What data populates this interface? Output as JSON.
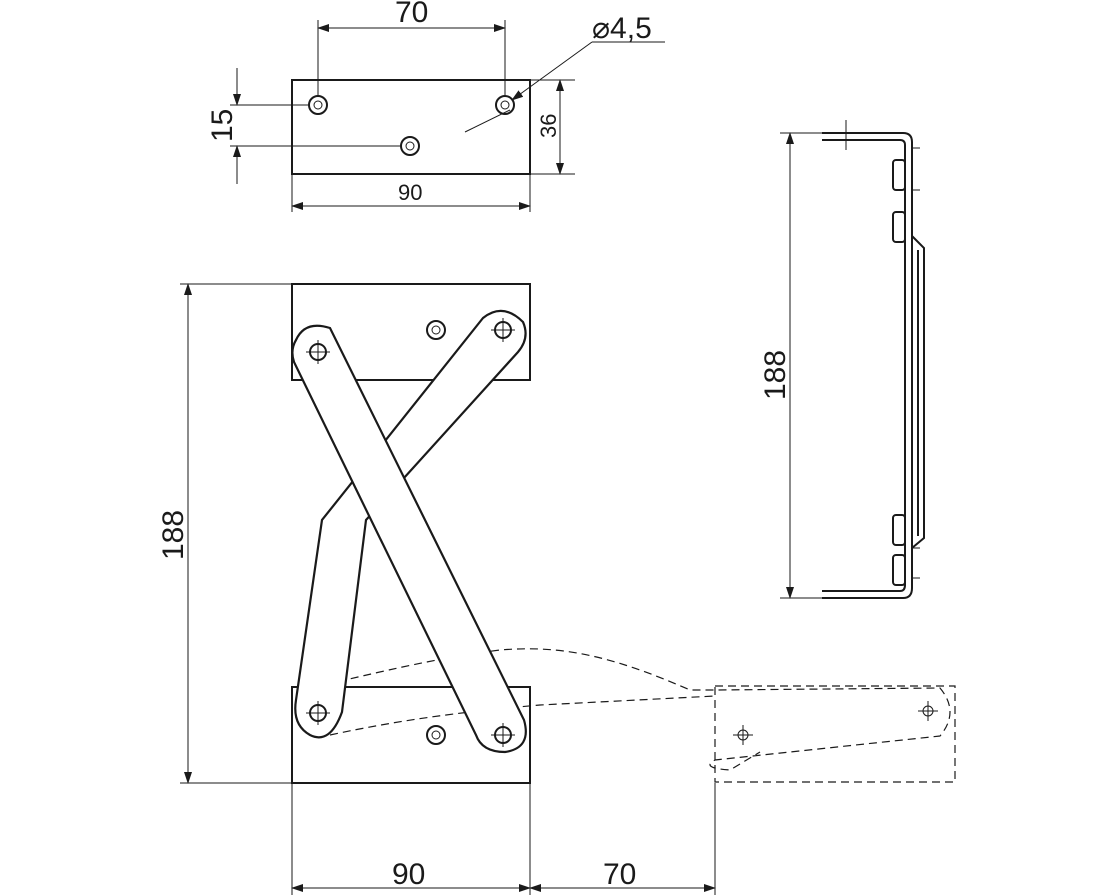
{
  "top_view": {
    "dim_holes_spacing": "70",
    "dim_hole_diameter": "⌀4,5",
    "dim_vertical_offset": "15",
    "dim_height": "36",
    "dim_width": "90"
  },
  "side_view": {
    "dim_height": "188"
  },
  "front_view": {
    "dim_height": "188",
    "dim_width": "90",
    "dim_extension": "70"
  }
}
